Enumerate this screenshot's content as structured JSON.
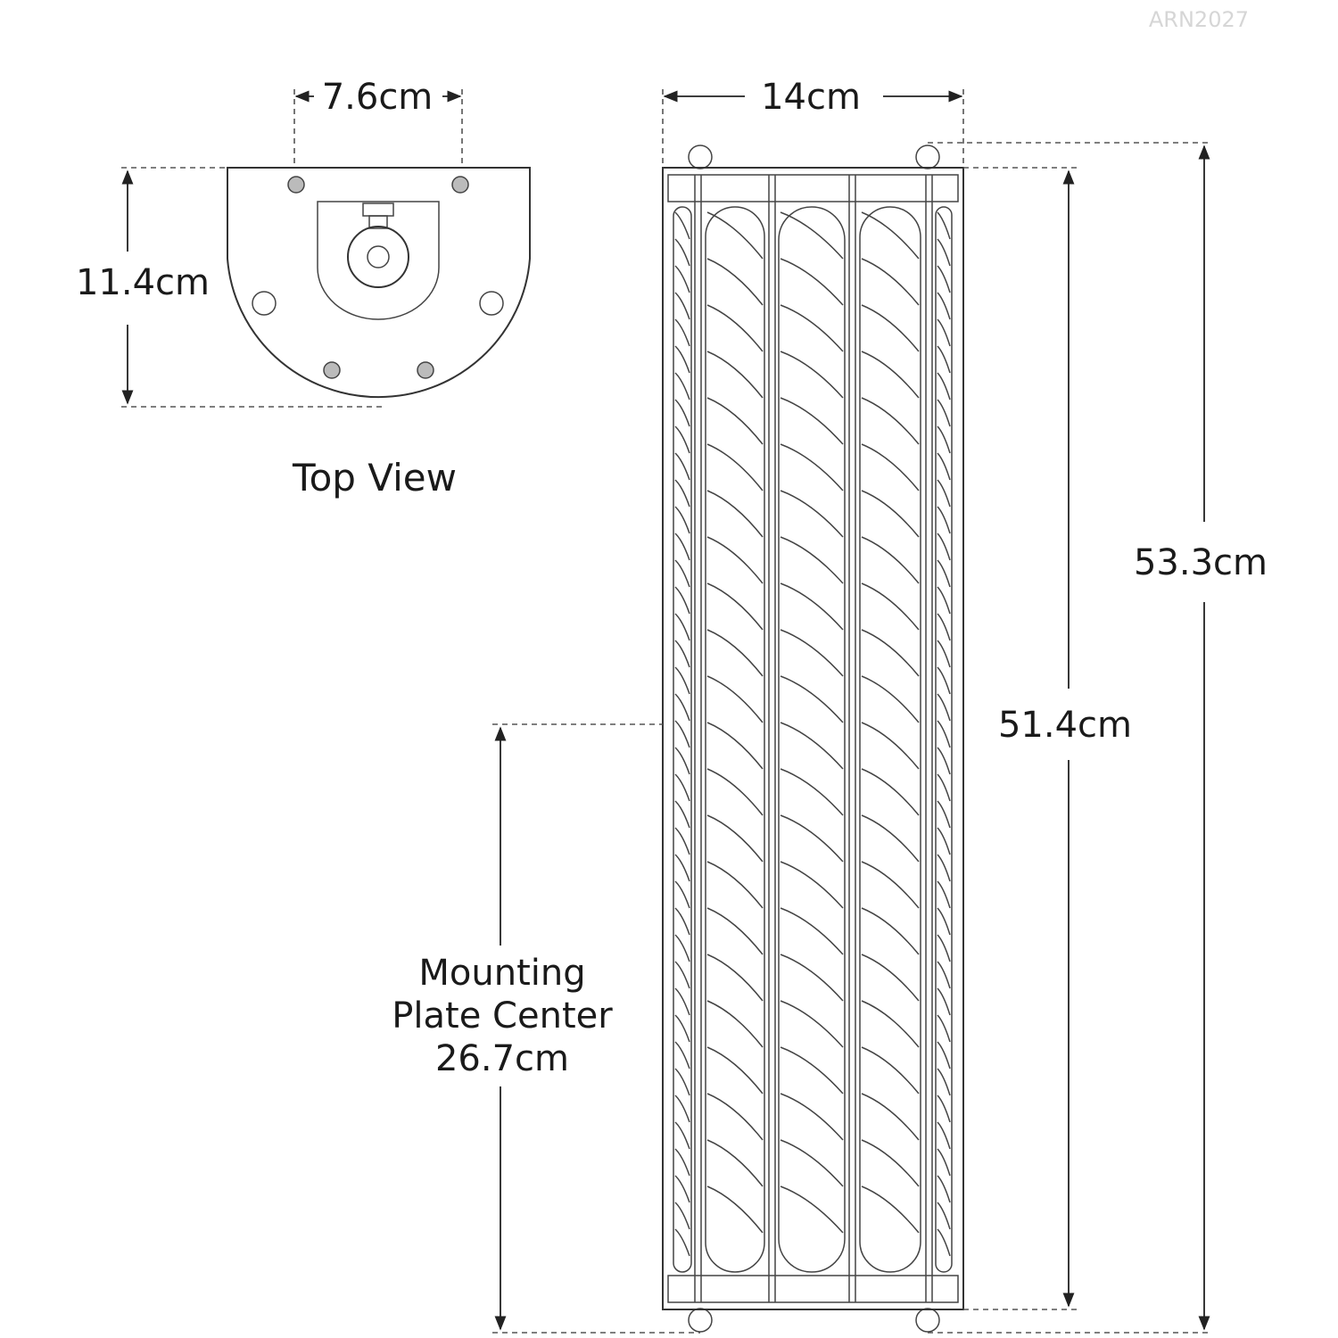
{
  "model_code": "ARN2027",
  "top_view": {
    "caption": "Top View",
    "width_label": "7.6cm",
    "depth_label": "11.4cm"
  },
  "front_view": {
    "width_label": "14cm",
    "overall_height_label": "53.3cm",
    "body_height_label": "51.4cm",
    "mounting_label_line1": "Mounting",
    "mounting_label_line2": "Plate Center",
    "mounting_label_line3": "26.7cm"
  },
  "colors": {
    "stroke": "#333333",
    "text": "#1a1a1a",
    "code": "#d6d6d6"
  }
}
